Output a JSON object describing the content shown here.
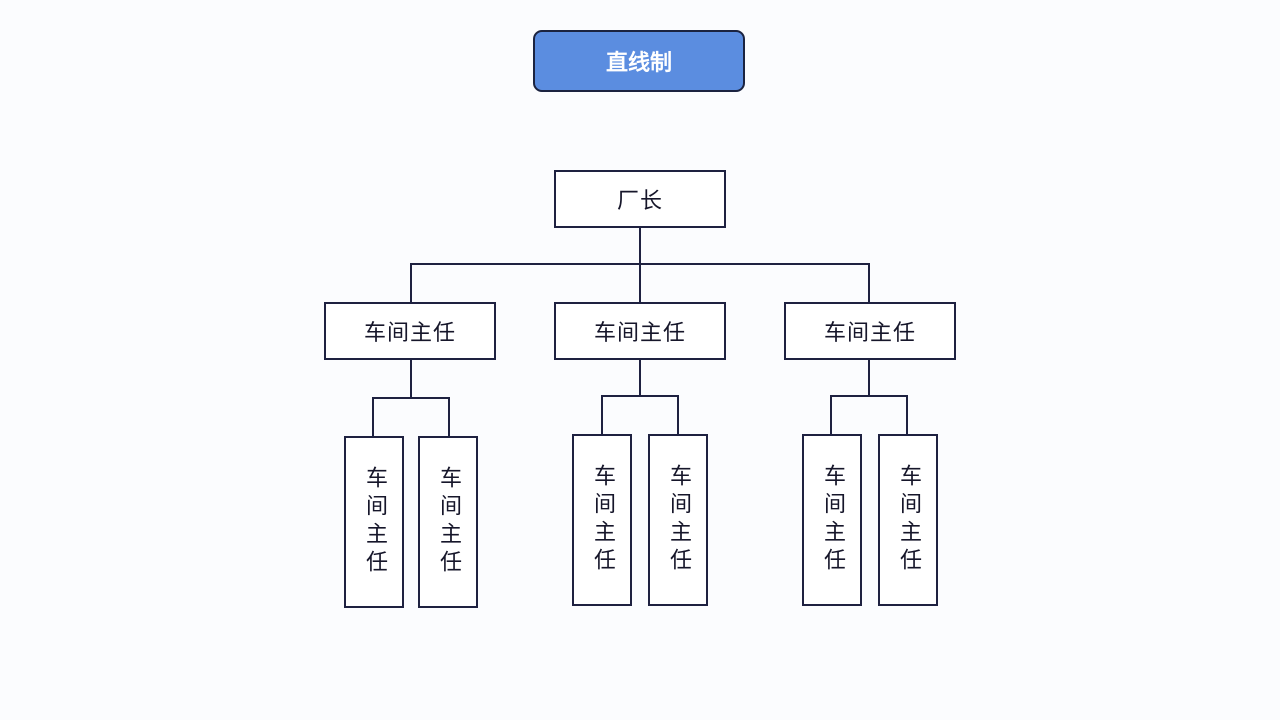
{
  "title": "直线制",
  "root": {
    "label": "厂长"
  },
  "level2": [
    {
      "label": "车间主任",
      "children": [
        {
          "label": "车间主任"
        },
        {
          "label": "车间主任"
        }
      ]
    },
    {
      "label": "车间主任",
      "children": [
        {
          "label": "车间主任"
        },
        {
          "label": "车间主任"
        }
      ]
    },
    {
      "label": "车间主任",
      "children": [
        {
          "label": "车间主任"
        },
        {
          "label": "车间主任"
        }
      ]
    }
  ],
  "colors": {
    "title_fill": "#5b8de0",
    "stroke": "#1e2140",
    "background": "#fbfcfe"
  }
}
